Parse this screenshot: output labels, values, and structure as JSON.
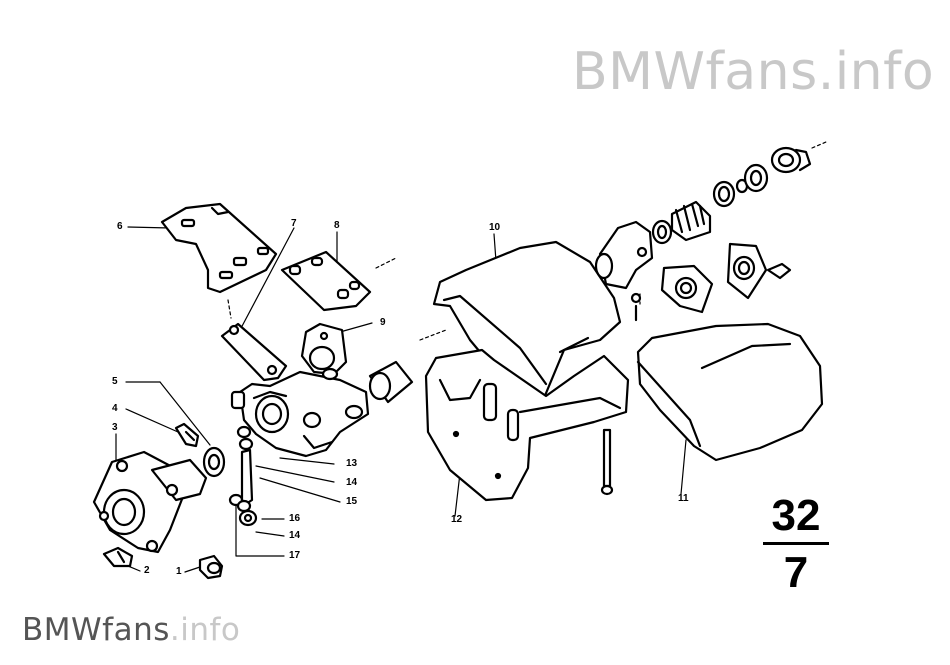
{
  "watermark": {
    "brand": "BMWfans",
    "suffix": ".info"
  },
  "figure": {
    "group": "32",
    "subgroup": "7"
  },
  "callouts": [
    "1",
    "2",
    "3",
    "4",
    "5",
    "6",
    "7",
    "8",
    "9",
    "10",
    "11",
    "12",
    "13",
    "14",
    "14",
    "15",
    "16",
    "17"
  ]
}
